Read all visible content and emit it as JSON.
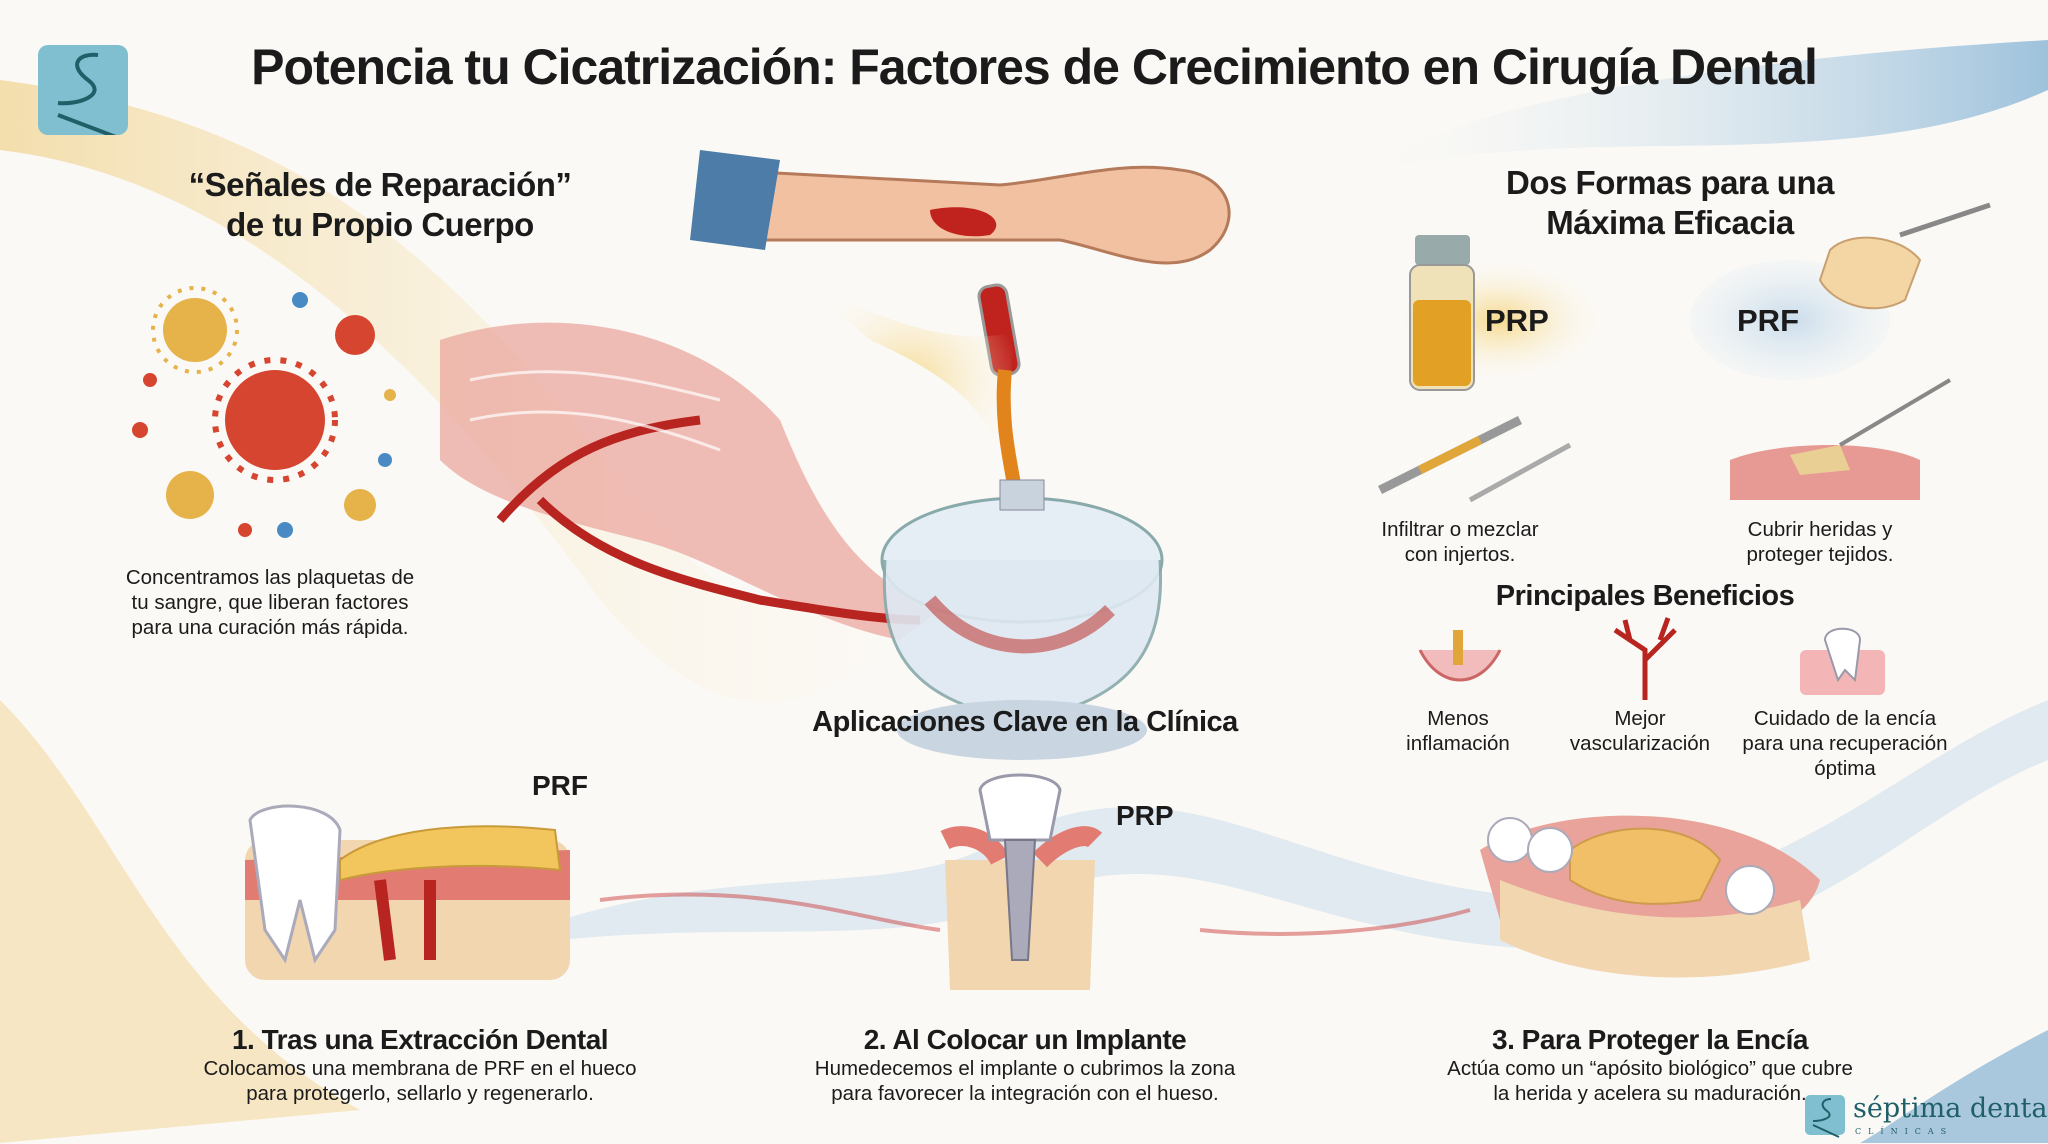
{
  "title": "Potencia tu Cicatrización: Factores de Crecimiento en Cirugía Dental",
  "signals": {
    "heading_line1": "“Señales de Reparación”",
    "heading_line2": "de tu Propio Cuerpo",
    "text_line1": "Concentramos las plaquetas de",
    "text_line2": "tu sangre, que liberan factores",
    "text_line3": "para una curación más rápida."
  },
  "forms": {
    "heading_line1": "Dos Formas para una",
    "heading_line2": "Máxima Eficacia",
    "prp": {
      "label": "PRP",
      "desc_line1": "Infiltrar o mezclar",
      "desc_line2": "con injertos."
    },
    "prf": {
      "label": "PRF",
      "desc_line1": "Cubrir heridas y",
      "desc_line2": "proteger tejidos."
    }
  },
  "benefits": {
    "heading": "Principales Beneficios",
    "items": [
      {
        "line1": "Menos",
        "line2": "inflamación",
        "line3": ""
      },
      {
        "line1": "Mejor",
        "line2": "vascularización",
        "line3": ""
      },
      {
        "line1": "Cuidado de la encía",
        "line2": "para una recuperación",
        "line3": "óptima"
      }
    ]
  },
  "applications": {
    "heading": "Aplicaciones Clave en la Clínica",
    "steps": [
      {
        "tag": "PRF",
        "title": "1. Tras una Extracción Dental",
        "line1": "Colocamos una membrana de PRF en el hueco",
        "line2": "para protegerlo, sellarlo y regenerarlo."
      },
      {
        "tag": "PRP",
        "title": "2. Al Colocar un Implante",
        "line1": "Humedecemos el implante o cubrimos la zona",
        "line2": "para favorecer la integración con el hueso."
      },
      {
        "title": "3. Para Proteger la Encía",
        "line1": "Actúa como un “apósito biológico” que cubre",
        "line2": "la herida y acelera su maduración."
      }
    ]
  },
  "brand": {
    "name": "séptima dental",
    "sub": "CLÍNICAS"
  },
  "colors": {
    "accent_teal": "#1f5f68",
    "logo_bg": "#7fbfcf",
    "gold": "#e9c36a",
    "red": "#c8312b",
    "blue": "#a9c8dd"
  }
}
